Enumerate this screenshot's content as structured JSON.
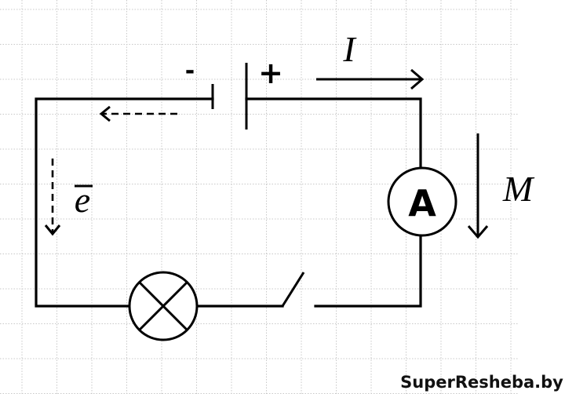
{
  "diagram": {
    "title": "Electric circuit with battery, lamp, switch and ammeter",
    "labels": {
      "battery_negative": "-",
      "battery_positive": "+",
      "current": "I",
      "electron": "e",
      "ammeter": "A",
      "magnet_field": "M"
    },
    "components": [
      {
        "type": "battery",
        "terminals": [
          "-",
          "+"
        ]
      },
      {
        "type": "ammeter",
        "symbol": "A"
      },
      {
        "type": "lamp"
      },
      {
        "type": "switch",
        "state": "open"
      }
    ],
    "arrows": [
      {
        "name": "current-direction",
        "label": "I",
        "direction": "right",
        "style": "solid"
      },
      {
        "name": "electron-flow-top",
        "direction": "left",
        "style": "dashed"
      },
      {
        "name": "electron-flow-left",
        "label": "e",
        "direction": "down",
        "style": "dashed"
      },
      {
        "name": "m-direction",
        "label": "M",
        "direction": "down",
        "style": "solid"
      }
    ],
    "watermark": "SuperResheba.by",
    "colors": {
      "line": "#000000",
      "grid": "#c8c8c8",
      "background": "#ffffff"
    }
  }
}
